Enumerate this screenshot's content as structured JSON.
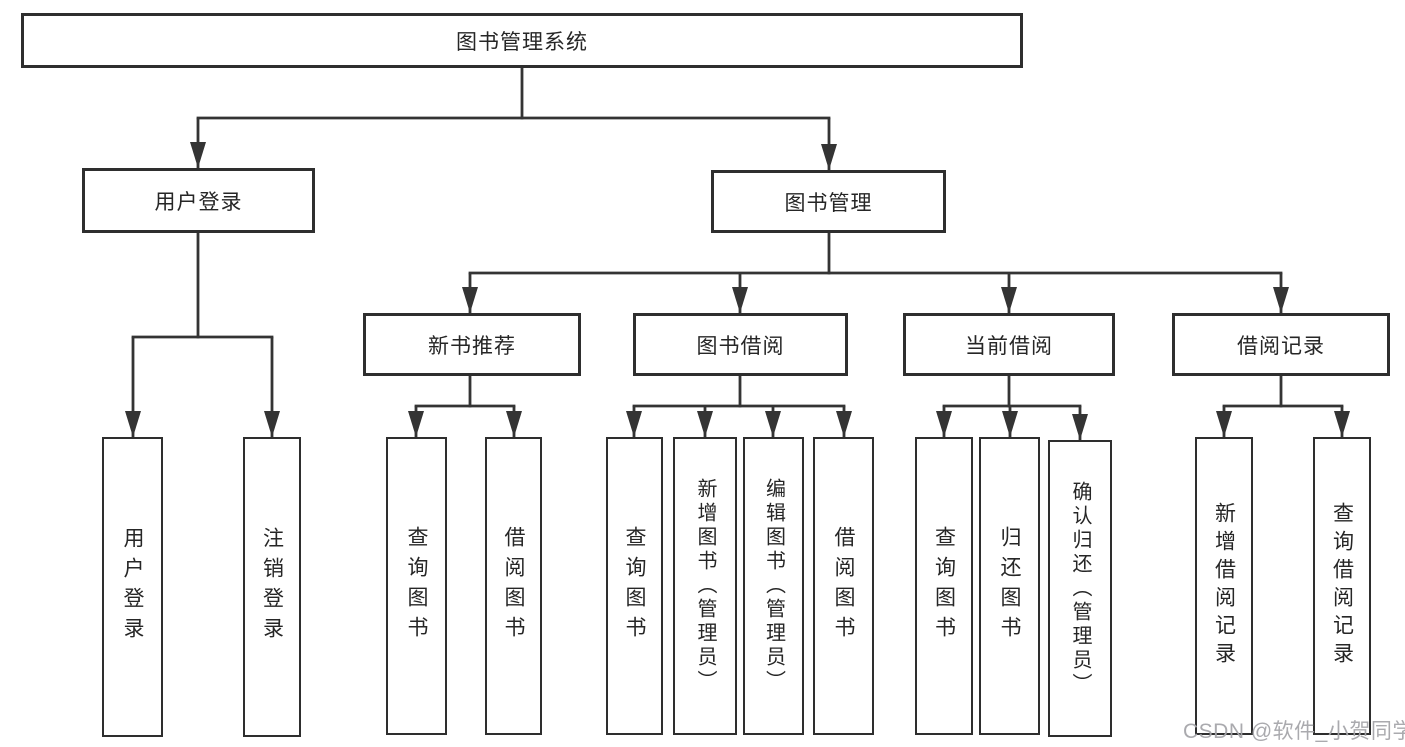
{
  "tree": {
    "root": {
      "label": "图书管理系统"
    },
    "branches": [
      {
        "label": "用户登录",
        "children": [
          {
            "label": "用户登录"
          },
          {
            "label": "注销登录"
          }
        ]
      },
      {
        "label": "图书管理",
        "children": [
          {
            "label": "新书推荐",
            "children": [
              {
                "label": "查询图书"
              },
              {
                "label": "借阅图书"
              }
            ]
          },
          {
            "label": "图书借阅",
            "children": [
              {
                "label": "查询图书"
              },
              {
                "label": "新增图书（管理员）"
              },
              {
                "label": "编辑图书（管理员）"
              },
              {
                "label": "借阅图书"
              }
            ]
          },
          {
            "label": "当前借阅",
            "children": [
              {
                "label": "查询图书"
              },
              {
                "label": "归还图书"
              },
              {
                "label": "确认归还（管理员）"
              }
            ]
          },
          {
            "label": "借阅记录",
            "children": [
              {
                "label": "新增借阅记录"
              },
              {
                "label": "查询借阅记录"
              }
            ]
          }
        ]
      }
    ]
  },
  "watermark": {
    "text": "CSDN @软件_小贺同学"
  },
  "colors": {
    "background": "#ffffff",
    "line": "#343434",
    "box_border": "#2e2e2e",
    "text": "#262626",
    "watermark": "#a5a5aa"
  }
}
